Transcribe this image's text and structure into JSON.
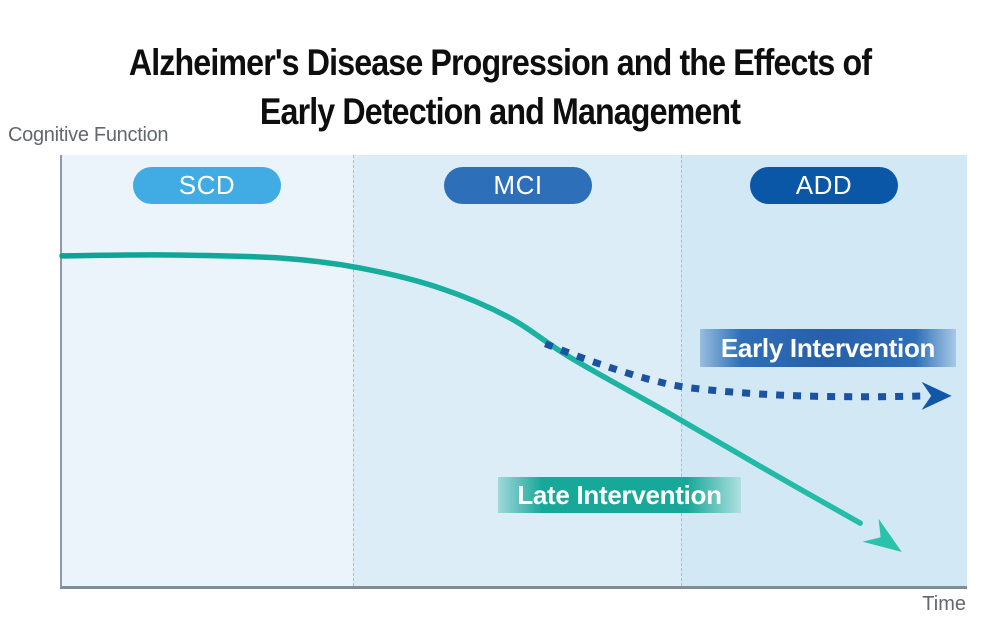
{
  "title": {
    "line1": "Alzheimer's Disease Progression and the Effects of",
    "line2": "Early Detection and Management"
  },
  "axis": {
    "y_label": "Cognitive Function",
    "x_label": "Time",
    "axis_color": "#8e9ba4",
    "label_color": "#63686d"
  },
  "stages": [
    {
      "label": "SCD",
      "pill_color": "#41abe3",
      "band_color": "#ebf4fb"
    },
    {
      "label": "MCI",
      "pill_color": "#2d6fb8",
      "band_color": "#ddedf8"
    },
    {
      "label": "ADD",
      "pill_color": "#0b57a7",
      "band_color": "#d2e8f5"
    }
  ],
  "annotations": {
    "early": {
      "label": "Early Intervention",
      "band_color": "#2e6fb8"
    },
    "late": {
      "label": "Late Intervention",
      "band_color": "#18a89a"
    }
  },
  "chart_data": {
    "type": "line",
    "title": "Alzheimer's Disease Progression and the Effects of Early Detection and Management",
    "xlabel": "Time",
    "ylabel": "Cognitive Function",
    "xlim": [
      0,
      100
    ],
    "ylim": [
      0,
      100
    ],
    "grid": false,
    "legend_position": "inline-labels",
    "x_bands": [
      {
        "label": "SCD",
        "range": [
          0,
          32.2
        ]
      },
      {
        "label": "MCI",
        "range": [
          32.2,
          68.4
        ]
      },
      {
        "label": "ADD",
        "range": [
          68.4,
          100
        ]
      }
    ],
    "series": [
      {
        "name": "Late Intervention",
        "line_style": "solid",
        "color_start": "#0ca295",
        "color_end": "#26bfa9",
        "arrow_color": "#2bc2ab",
        "points": [
          [
            0,
            76.6
          ],
          [
            11.9,
            76.8
          ],
          [
            24.1,
            76.1
          ],
          [
            32.9,
            73.8
          ],
          [
            41.8,
            69.1
          ],
          [
            49.5,
            62.2
          ],
          [
            56.1,
            53.1
          ],
          [
            67.2,
            39.9
          ],
          [
            78.2,
            26.5
          ],
          [
            88.2,
            14.6
          ]
        ],
        "arrow_tip": [
          92.8,
          7.9
        ]
      },
      {
        "name": "Early Intervention",
        "line_style": "dotted",
        "color": "#1b52a2",
        "arrow_color": "#1157a7",
        "points": [
          [
            53.4,
            56.2
          ],
          [
            59.4,
            51.5
          ],
          [
            65.5,
            47.6
          ],
          [
            70.5,
            45.7
          ],
          [
            79.3,
            44.3
          ],
          [
            88.2,
            43.9
          ],
          [
            95.7,
            44.1
          ]
        ],
        "arrow_tip": [
          98.3,
          44.1
        ]
      }
    ]
  }
}
